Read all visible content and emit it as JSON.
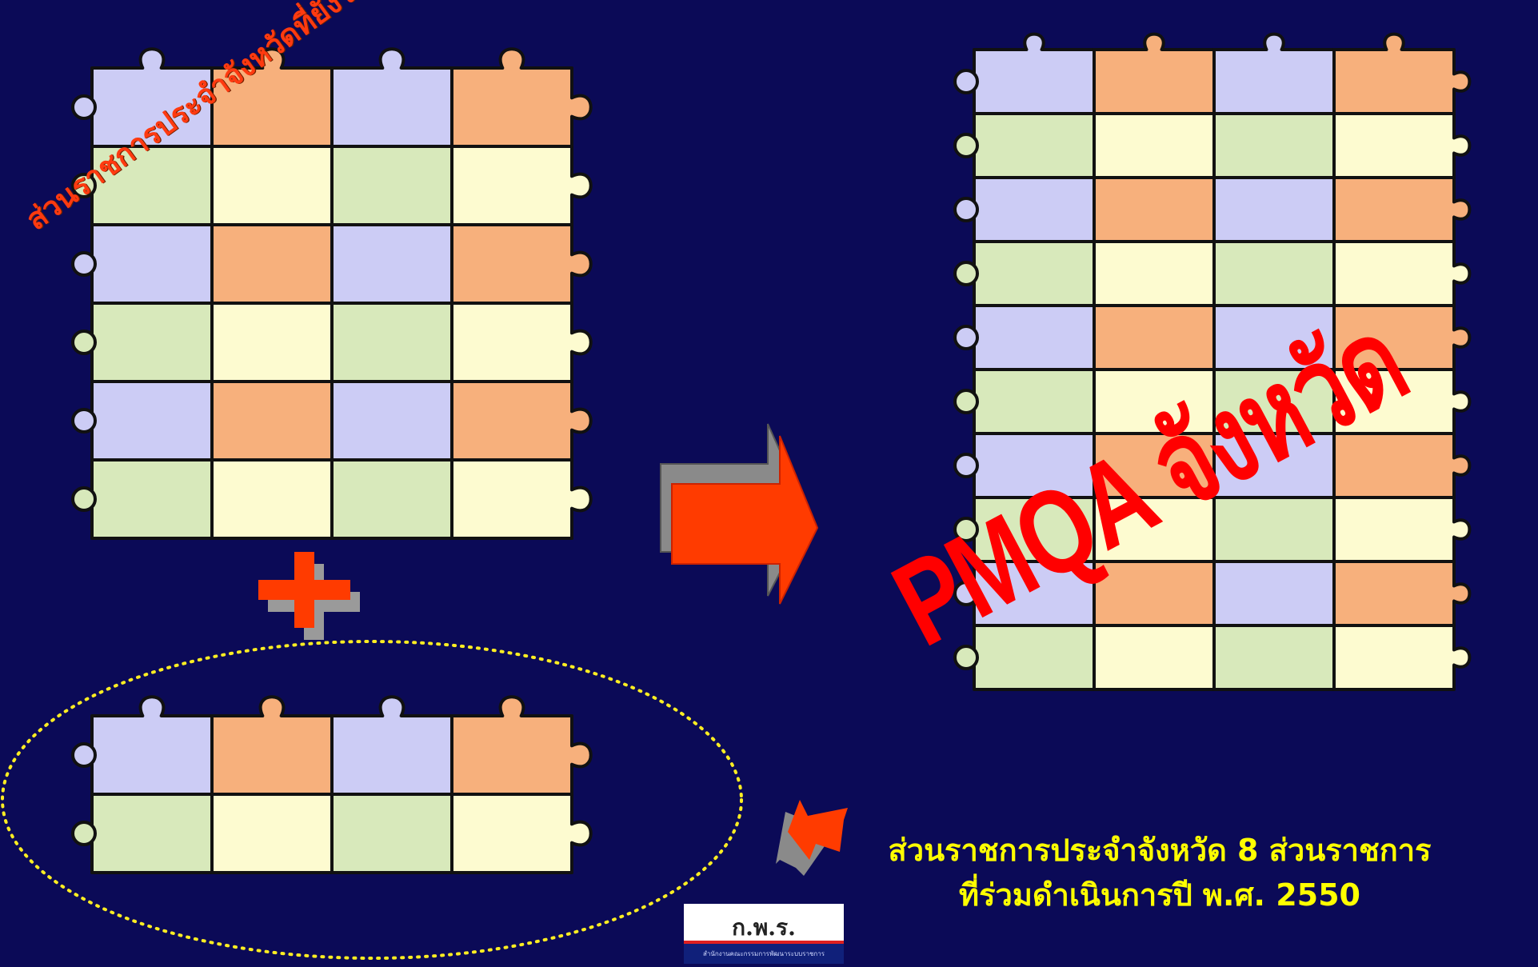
{
  "colors": {
    "background": "#0b0a57",
    "piece_lavender": "#ccccf5",
    "piece_orange": "#f7b07c",
    "piece_green": "#d8e9bb",
    "piece_cream": "#fdfbd0",
    "arrow_red": "#ff3b00",
    "arrow_gray": "#8a8a8a",
    "text_red": "#ff0000",
    "caption_yellow": "#ffff00",
    "dotted_ellipse": "#ffee22"
  },
  "texts": {
    "diagonal_label": "ส่วนราชการประจำจังหวัดที่ยังไม่ได้ดำเนินการ",
    "pmqa_title": "PMQA จังหวัด",
    "caption_line1": "ส่วนราชการประจำจังหวัด 8 ส่วนราชการ",
    "caption_line2": "ที่ร่วมดำเนินการปี พ.ศ. 2550"
  },
  "logo": {
    "title": "ก.พ.ร.",
    "subtitle": "สำนักงานคณะกรรมการพัฒนาระบบราชการ"
  },
  "icons": {
    "plus": "plus-icon",
    "big_arrow": "arrow-right-icon",
    "small_arrow": "arrow-down-left-icon",
    "puzzle": "puzzle-piece-icon"
  }
}
